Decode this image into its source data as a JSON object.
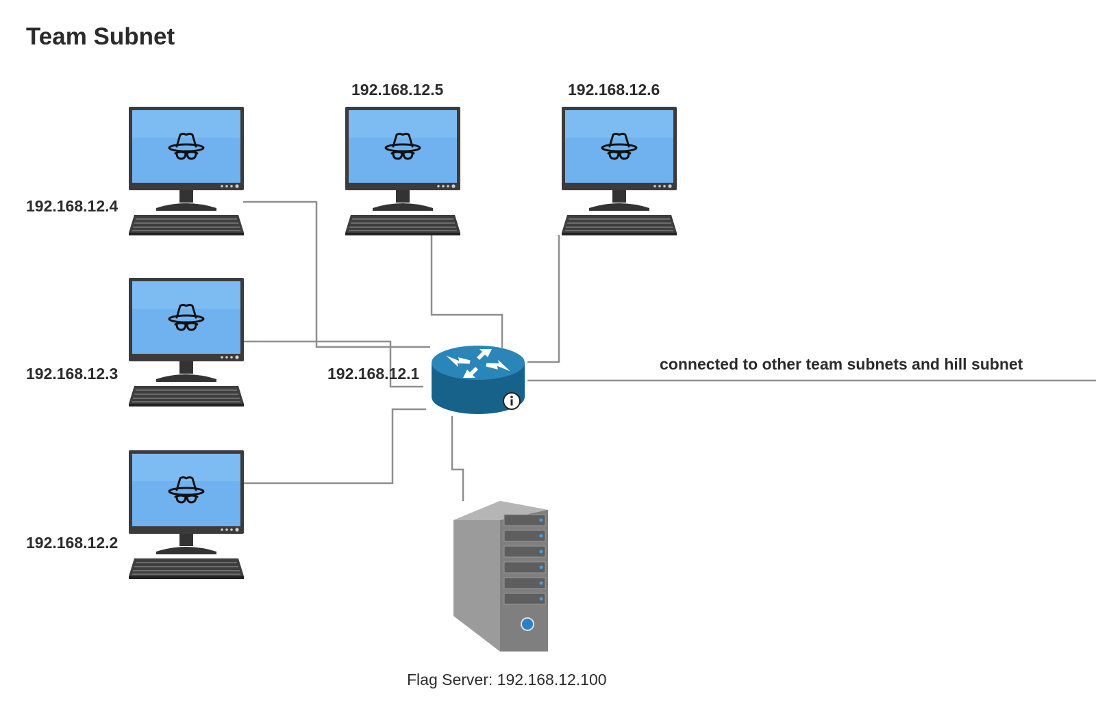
{
  "title": "Team Subnet",
  "colors": {
    "screen": "#6fb2ef",
    "monitor_frame": "#3b3b3b",
    "router": "#1c6f9c",
    "wire": "#8e8e8e",
    "server": "#8a8a8a"
  },
  "icons": {
    "workstation": "desktop-computer-icon",
    "user": "hacker-spy-icon",
    "router": "router-icon",
    "server": "server-tower-icon",
    "info": "info-icon"
  },
  "hosts": [
    {
      "id": "host-4",
      "ip": "192.168.12.4"
    },
    {
      "id": "host-3",
      "ip": "192.168.12.3"
    },
    {
      "id": "host-2",
      "ip": "192.168.12.2"
    },
    {
      "id": "host-5",
      "ip": "192.168.12.5"
    },
    {
      "id": "host-6",
      "ip": "192.168.12.6"
    }
  ],
  "router": {
    "ip": "192.168.12.1"
  },
  "uplink": {
    "label": "connected to other team subnets and hill subnet"
  },
  "server": {
    "label": "Flag Server: 192.168.12.100"
  }
}
